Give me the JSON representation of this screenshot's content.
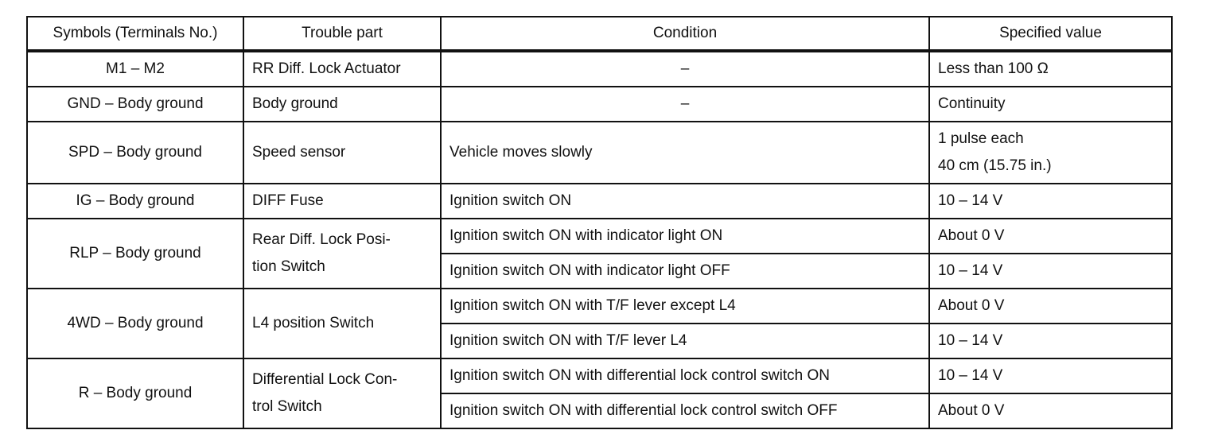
{
  "table": {
    "headers": {
      "symbols": "Symbols (Terminals No.)",
      "part": "Trouble part",
      "condition": "Condition",
      "value": "Specified value"
    },
    "rows": [
      {
        "symbols": "M1 – M2",
        "part": "RR Diff. Lock Actuator",
        "condition": "–",
        "value": "Less than 100 Ω"
      },
      {
        "symbols": "GND – Body ground",
        "part": "Body ground",
        "condition": "–",
        "value": "Continuity"
      },
      {
        "symbols": "SPD – Body ground",
        "part": "Speed sensor",
        "condition": "Vehicle moves slowly",
        "value_line1": "1 pulse each",
        "value_line2": "40 cm (15.75 in.)"
      },
      {
        "symbols": "IG – Body ground",
        "part": "DIFF Fuse",
        "condition": "Ignition switch ON",
        "value": "10 – 14 V"
      },
      {
        "symbols": "RLP – Body ground",
        "part_line1": "Rear Diff. Lock Posi-",
        "part_line2": "tion Switch",
        "conditions": [
          {
            "condition": "Ignition switch ON with indicator light ON",
            "value": "About 0 V"
          },
          {
            "condition": "Ignition switch ON with indicator light OFF",
            "value": "10 – 14 V"
          }
        ]
      },
      {
        "symbols": "4WD – Body ground",
        "part": "L4 position Switch",
        "conditions": [
          {
            "condition": "Ignition switch ON with T/F lever except L4",
            "value": "About 0 V"
          },
          {
            "condition": "Ignition switch ON with T/F lever L4",
            "value": "10 – 14 V"
          }
        ]
      },
      {
        "symbols": "R – Body ground",
        "part_line1": "Differential Lock Con-",
        "part_line2": "trol Switch",
        "conditions": [
          {
            "condition": "Ignition switch ON with differential lock control switch ON",
            "value": "10 – 14 V"
          },
          {
            "condition": "Ignition switch ON with differential lock control switch OFF",
            "value": "About 0 V"
          }
        ]
      }
    ]
  }
}
